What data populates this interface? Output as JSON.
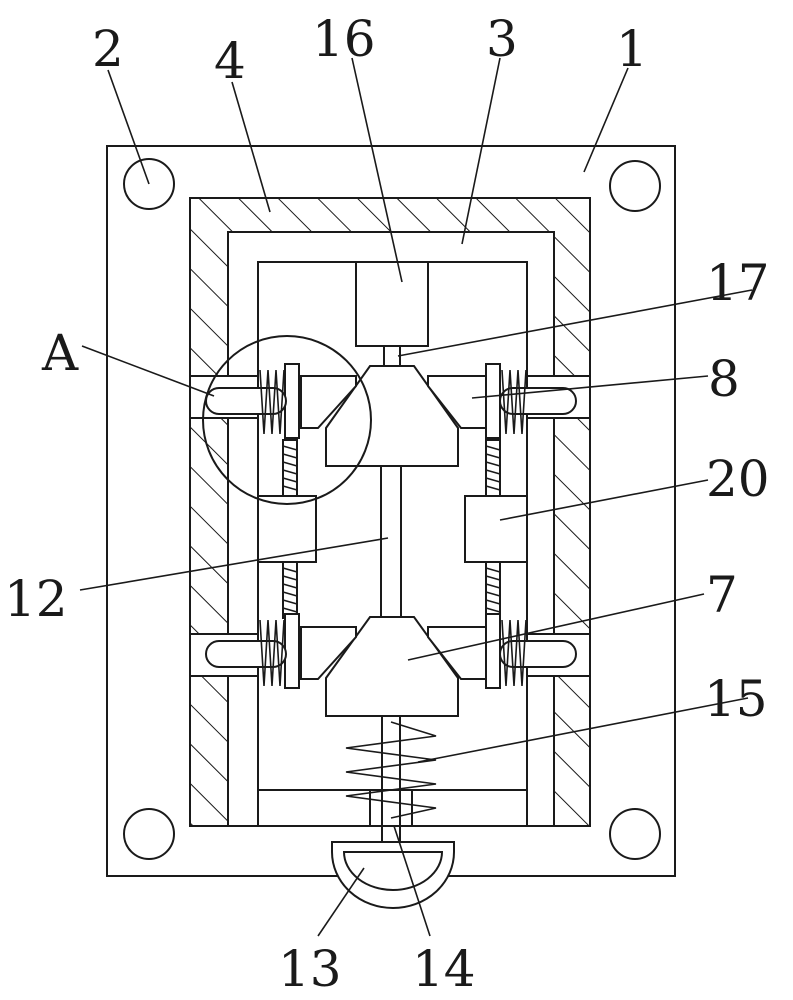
{
  "figure": {
    "labels": {
      "l1": "1",
      "l2": "2",
      "l3": "3",
      "l4": "4",
      "l16": "16",
      "l17": "17",
      "lA": "A",
      "l8": "8",
      "l20": "20",
      "l12": "12",
      "l7": "7",
      "l15": "15",
      "l13": "13",
      "l14": "14"
    }
  }
}
